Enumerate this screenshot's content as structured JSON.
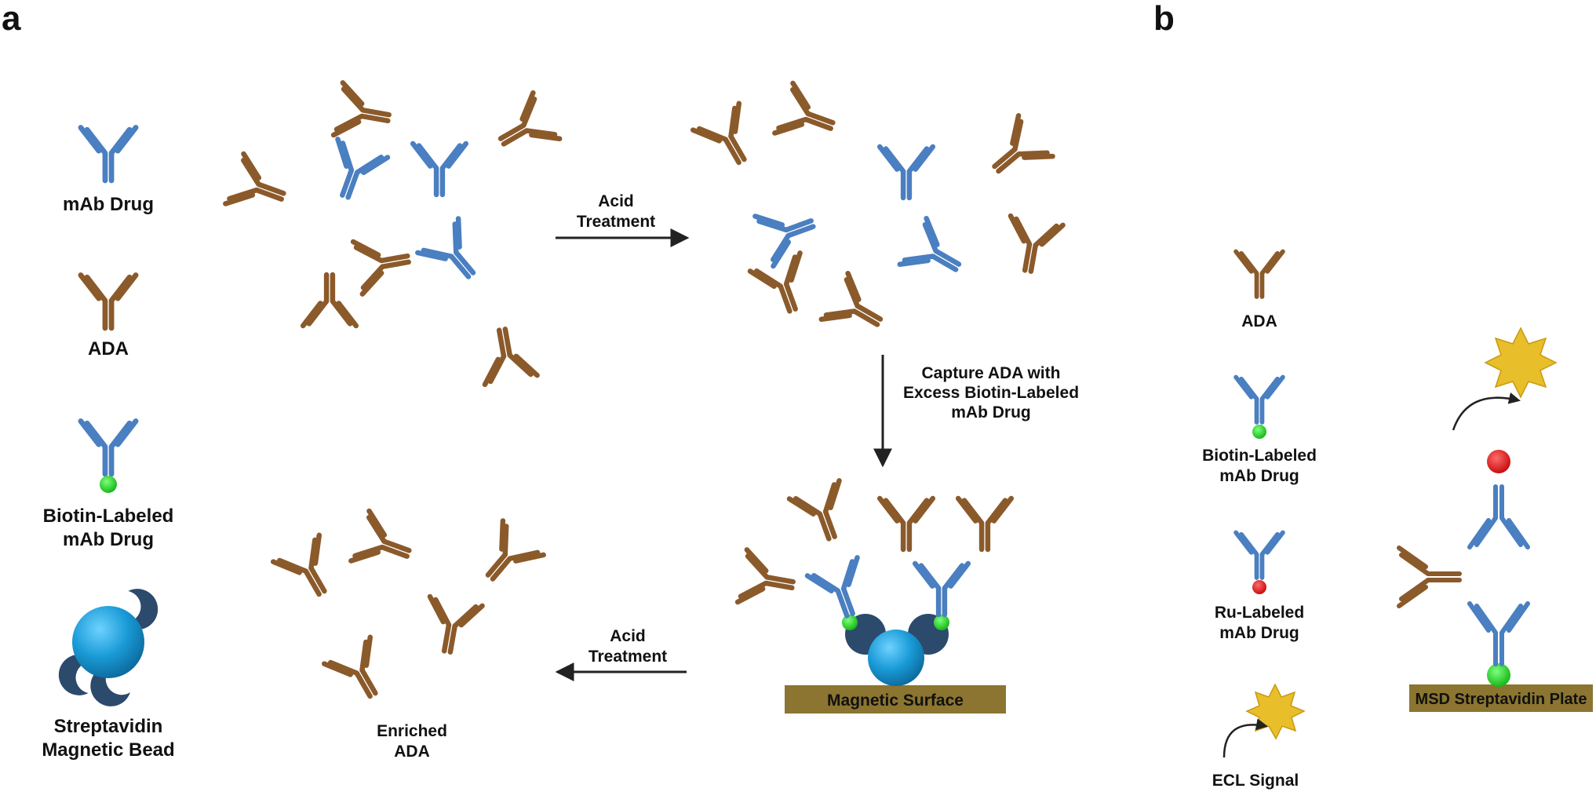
{
  "panels": {
    "a": "a",
    "b": "b"
  },
  "colors": {
    "mab": "#4a7fc1",
    "ada": "#8b5a2b",
    "biotin": "#22d022",
    "ruthenium": "#e01a1a",
    "bead": "#1a9bd7",
    "streptavidin": "#2c4a6b",
    "surface": "#8b7530",
    "signal": "#e8be2a",
    "arrow": "#222222"
  },
  "legend_a": {
    "mab": "mAb Drug",
    "ada": "ADA",
    "biotin_line1": "Biotin-Labeled",
    "biotin_line2": "mAb Drug",
    "bead_line1": "Streptavidin",
    "bead_line2": "Magnetic Bead"
  },
  "steps": {
    "acid1_line1": "Acid",
    "acid1_line2": "Treatment",
    "capture_line1": "Capture ADA with",
    "capture_line2": "Excess Biotin-Labeled",
    "capture_line3": "mAb Drug",
    "acid2_line1": "Acid",
    "acid2_line2": "Treatment",
    "surface": "Magnetic Surface",
    "enriched_line1": "Enriched",
    "enriched_line2": "ADA"
  },
  "legend_b": {
    "ada": "ADA",
    "biotin_line1": "Biotin-Labeled",
    "biotin_line2": "mAb Drug",
    "ru_line1": "Ru-Labeled",
    "ru_line2": "mAb Drug",
    "ecl": "ECL Signal",
    "plate": "MSD Streptavidin Plate"
  }
}
